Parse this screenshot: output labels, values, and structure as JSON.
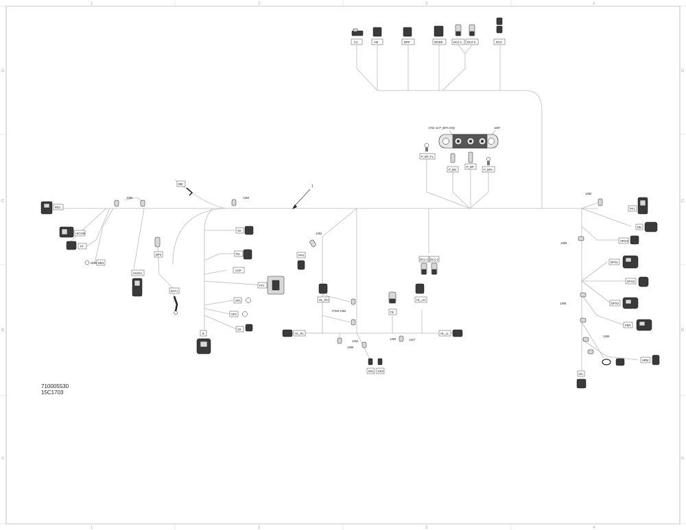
{
  "drawing": {
    "part_number": "710005530",
    "revision_code": "15C1703",
    "item_number": "1",
    "zone_columns": [
      "1",
      "2",
      "3",
      "4"
    ],
    "zone_rows": [
      "D",
      "C",
      "B",
      "A"
    ]
  },
  "top_connectors": [
    "CC",
    "AM",
    "BRP",
    "MODE",
    "DC2-1",
    "DC2-2",
    "DC3"
  ],
  "ground_block": {
    "label": "1702 on P_BPA Only",
    "part_ref": "1697",
    "terminals": [
      "P_BP_FL",
      "P_BN",
      "P_BP",
      "P_BPA"
    ]
  },
  "left_group": {
    "connectors": [
      "RD1",
      "HICOM",
      "FF",
      "BM1",
      "HS2S1",
      "BAT1",
      "BP3",
      "BM"
    ],
    "ring_ref": "GDB",
    "splice_refs": [
      "1365",
      "1352"
    ]
  },
  "center_group": {
    "connectors": [
      "SS",
      "RC",
      "CCP",
      "FF2",
      "SP1",
      "SP2",
      "B",
      "PPS"
    ],
    "splice_refs": [
      "1362",
      "1352",
      "1366",
      "1365",
      "1427"
    ],
    "wheel_connectors": [
      "HL_RH",
      "HL_LH",
      "HL_RL",
      "HL_LL",
      "FE",
      "KK1",
      "KK0",
      "DC1-1",
      "DC1-2"
    ],
    "tsm_label": "ITSM 1352"
  },
  "right_group": {
    "connectors": [
      "PF1",
      "DB",
      "SRGS",
      "DPS1",
      "DPS3",
      "DPS2",
      "FBR",
      "HRM",
      "DC"
    ],
    "splice_refs": [
      "1365",
      "1368",
      "1365",
      "1365"
    ]
  }
}
